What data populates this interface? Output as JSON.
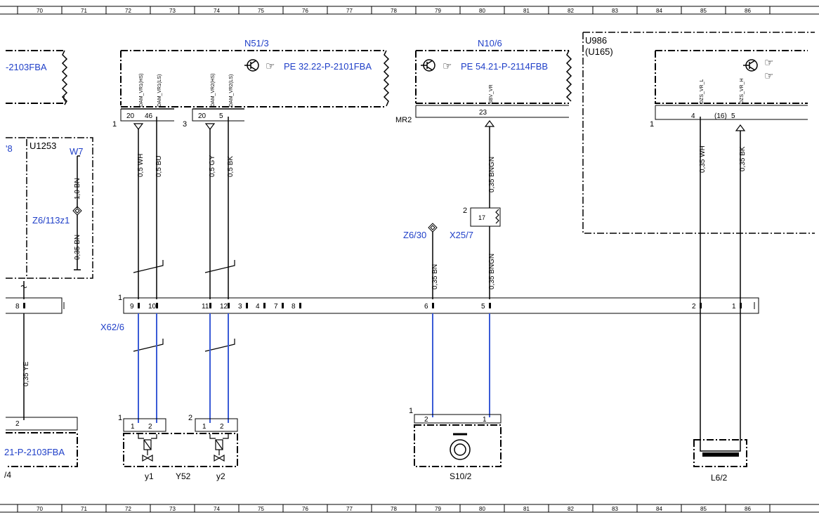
{
  "ruler": {
    "labels": [
      "70",
      "71",
      "72",
      "73",
      "74",
      "75",
      "76",
      "77",
      "78",
      "79",
      "80",
      "81",
      "82",
      "83",
      "84",
      "85",
      "86"
    ]
  },
  "components": {
    "n51_3": {
      "id": "N51/3",
      "ref": "PE 32.22-P-2101FBA",
      "pin_names": [
        "DAM_VR1(HS)",
        "DAM_VR1(LS)",
        "DAM_VR2(HS)",
        "DAM_VR2(LS)"
      ],
      "pins": [
        "20",
        "46",
        "20",
        "5"
      ],
      "conn1": "1",
      "conn3": "3"
    },
    "n10_6": {
      "id": "N10/6",
      "ref": "PE 54.21-P-2114FBB",
      "pin_name": "SBV_VR",
      "pin": "23",
      "conn": "MR2"
    },
    "u986": {
      "id": "U986",
      "alt": "(U165)",
      "pin_names": [
        "DZS_VR_L",
        "DZS_VR_H"
      ],
      "pins": [
        "4",
        "(16)",
        "5"
      ],
      "conn": "1"
    },
    "left_top": {
      "ref": "-2103FBA"
    },
    "u1253": {
      "id": "U1253",
      "w7": "W7",
      "z6": "Z6/113z1",
      "wire_top": "1,0 BN",
      "wire_bottom": "0,35 BN",
      "edge": "'8"
    },
    "z6_30": {
      "id": "Z6/30"
    },
    "x25_7": {
      "id": "X25/7",
      "pin": "17",
      "conn": "2"
    },
    "x62_6": {
      "id": "X62/6",
      "conn": "1",
      "pins": [
        "8",
        "9",
        "10",
        "11",
        "12",
        "3",
        "4",
        "7",
        "8",
        "6",
        "5",
        "2",
        "1"
      ]
    },
    "y52": {
      "id": "Y52",
      "y1": "y1",
      "y2": "y2",
      "conn1": "1",
      "conn2": "2",
      "pins": [
        "1",
        "2",
        "1",
        "2"
      ]
    },
    "s10_2": {
      "id": "S10/2",
      "conn": "1",
      "pins": [
        "2",
        "1"
      ]
    },
    "l6_2": {
      "id": "L6/2"
    },
    "left_bottom": {
      "ref": "21-P-2103FBA",
      "pin": "2",
      "edge": "/4"
    }
  },
  "wires": {
    "wh05": "0,5 WH",
    "bu05": "0,5 BU",
    "gy05": "0,5 GY",
    "bk05": "0,5 BK",
    "bngn035a": "0,35 BNGN",
    "bngn035b": "0,35 BNGN",
    "bn035": "0,35 BN",
    "wh035": "0,35 WH",
    "bk035": "0,35 BK",
    "ye035": "0,35 YE"
  }
}
